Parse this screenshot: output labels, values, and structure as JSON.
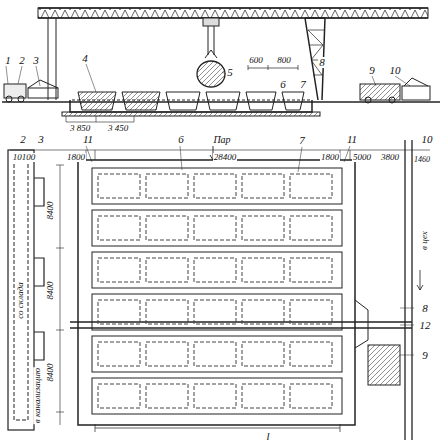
{
  "diagram": {
    "labels": [
      "1",
      "2",
      "3",
      "4",
      "5",
      "600",
      "800",
      "6",
      "7",
      "8",
      "9",
      "10",
      "3 850",
      "3 450",
      "2",
      "3",
      "11",
      "6",
      "Пар",
      "7",
      "11",
      "10",
      "10100",
      "1800",
      "28400",
      "1800",
      "5000",
      "3800",
      "1460",
      "в цех",
      "8",
      "12",
      "9",
      "8400",
      "8400",
      "8400",
      "со склада",
      "в канализацию",
      "l"
    ]
  }
}
